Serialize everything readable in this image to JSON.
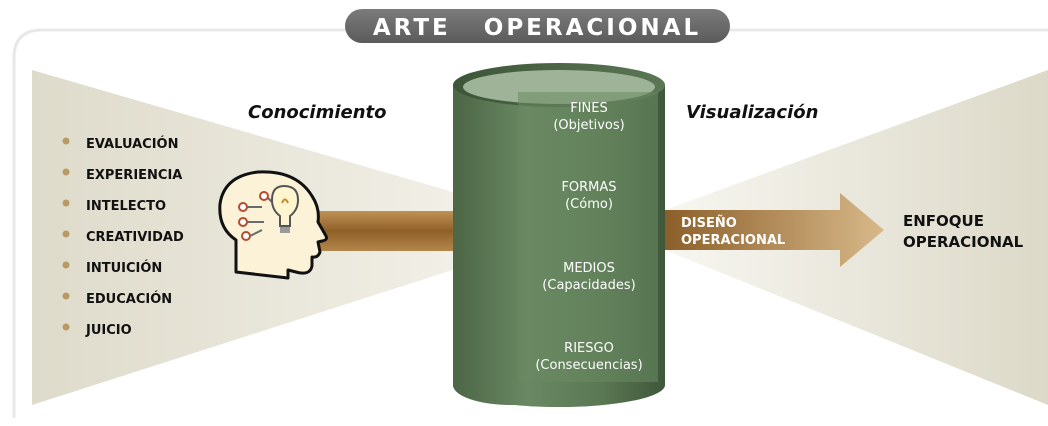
{
  "title": "ARTE   OPERACIONAL",
  "left_heading": "Conocimiento",
  "right_heading": "Visualización",
  "factors": [
    "EVALUACIÓN",
    "EXPERIENCIA",
    "INTELECTO",
    "CREATIVIDAD",
    "INTUICIÓN",
    "EDUCACIÓN",
    "JUICIO"
  ],
  "cylinder": [
    {
      "label": "FINES",
      "sub": "(Objetivos)"
    },
    {
      "label": "FORMAS",
      "sub": "(Cómo)"
    },
    {
      "label": "MEDIOS",
      "sub": "(Capacidades)"
    },
    {
      "label": "RIESGO",
      "sub": "(Consecuencias)"
    }
  ],
  "arrow_label": {
    "line1": "DISEÑO",
    "line2": "OPERACIONAL"
  },
  "output": {
    "line1": "ENFOQUE",
    "line2": "OPERACIONAL"
  },
  "icons": {
    "head": "head-with-lightbulb-icon",
    "bullet": "bullet-dot-icon"
  },
  "colors": {
    "cylinder": "#5f7b58",
    "arrow": "#a8793a",
    "bullet": "#b89a63",
    "title_bg": "#6e6e6e",
    "cone": "#e6e3d6"
  }
}
